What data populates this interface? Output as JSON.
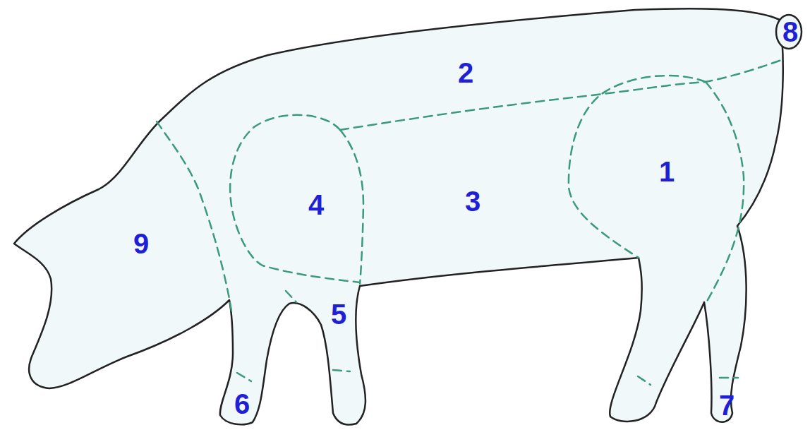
{
  "diagram": {
    "labels": [
      "8",
      "2",
      "1",
      "4",
      "3",
      "9",
      "5",
      "6",
      "7"
    ]
  }
}
